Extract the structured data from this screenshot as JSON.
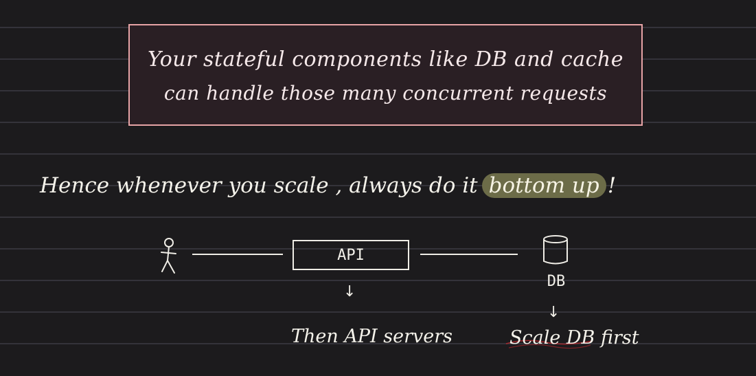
{
  "note": {
    "line1": "Your stateful components like DB and cache",
    "line2": "can handle those many concurrent requests",
    "border_color": "#e7a4a6"
  },
  "statement": {
    "prefix": "Hence  whenever  you  scale ,  always  do  it",
    "highlight": "bottom up",
    "suffix": "!",
    "highlight_color": "#6c6c48"
  },
  "diagram": {
    "user_icon": "stick-figure-icon",
    "api_label": "API",
    "db_icon": "database-cylinder-icon",
    "db_label": "DB",
    "api_arrow": "↓",
    "db_arrow": "↓",
    "api_caption": "Then API servers",
    "db_caption": "Scale DB first",
    "annotation_color": "#c0272d"
  }
}
